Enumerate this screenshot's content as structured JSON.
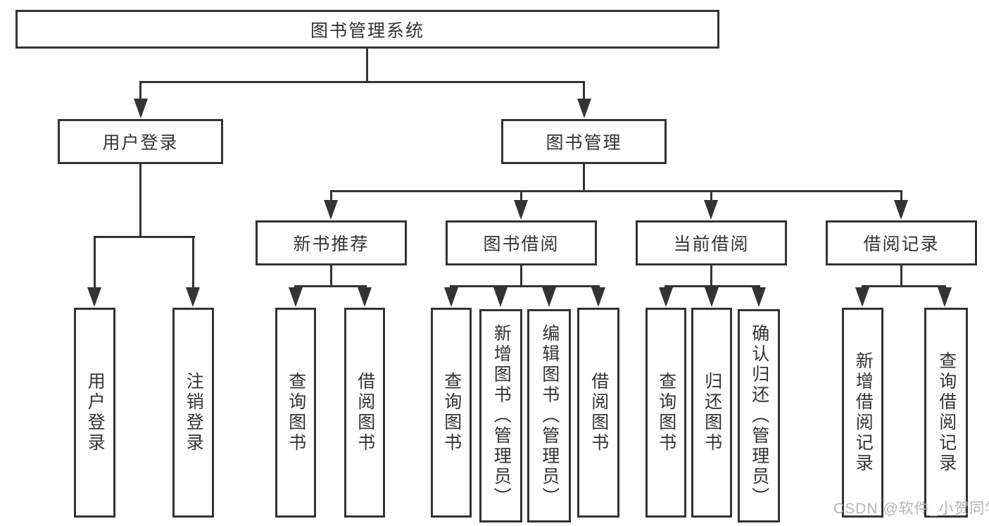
{
  "tree": {
    "root": "图书管理系统",
    "user_login": {
      "label": "用户登录",
      "children": [
        "用户登录",
        "注销登录"
      ]
    },
    "book_management": {
      "label": "图书管理",
      "sections": [
        {
          "label": "新书推荐",
          "children": [
            "查询图书",
            "借阅图书"
          ]
        },
        {
          "label": "图书借阅",
          "children": [
            "查询图书",
            "新增图书（管理员）",
            "编辑图书（管理员）",
            "借阅图书"
          ]
        },
        {
          "label": "当前借阅",
          "children": [
            "查询图书",
            "归还图书",
            "确认归还（管理员）"
          ]
        },
        {
          "label": "借阅记录",
          "children": [
            "新增借阅记录",
            "查询借阅记录"
          ]
        }
      ]
    }
  },
  "watermark": "CSDN @软件_小贺同学",
  "colors": {
    "line": "#333333",
    "text": "#333333",
    "box_background": "#ffffff",
    "page_background": "#ffffff",
    "watermark": "#b5b5b5"
  }
}
